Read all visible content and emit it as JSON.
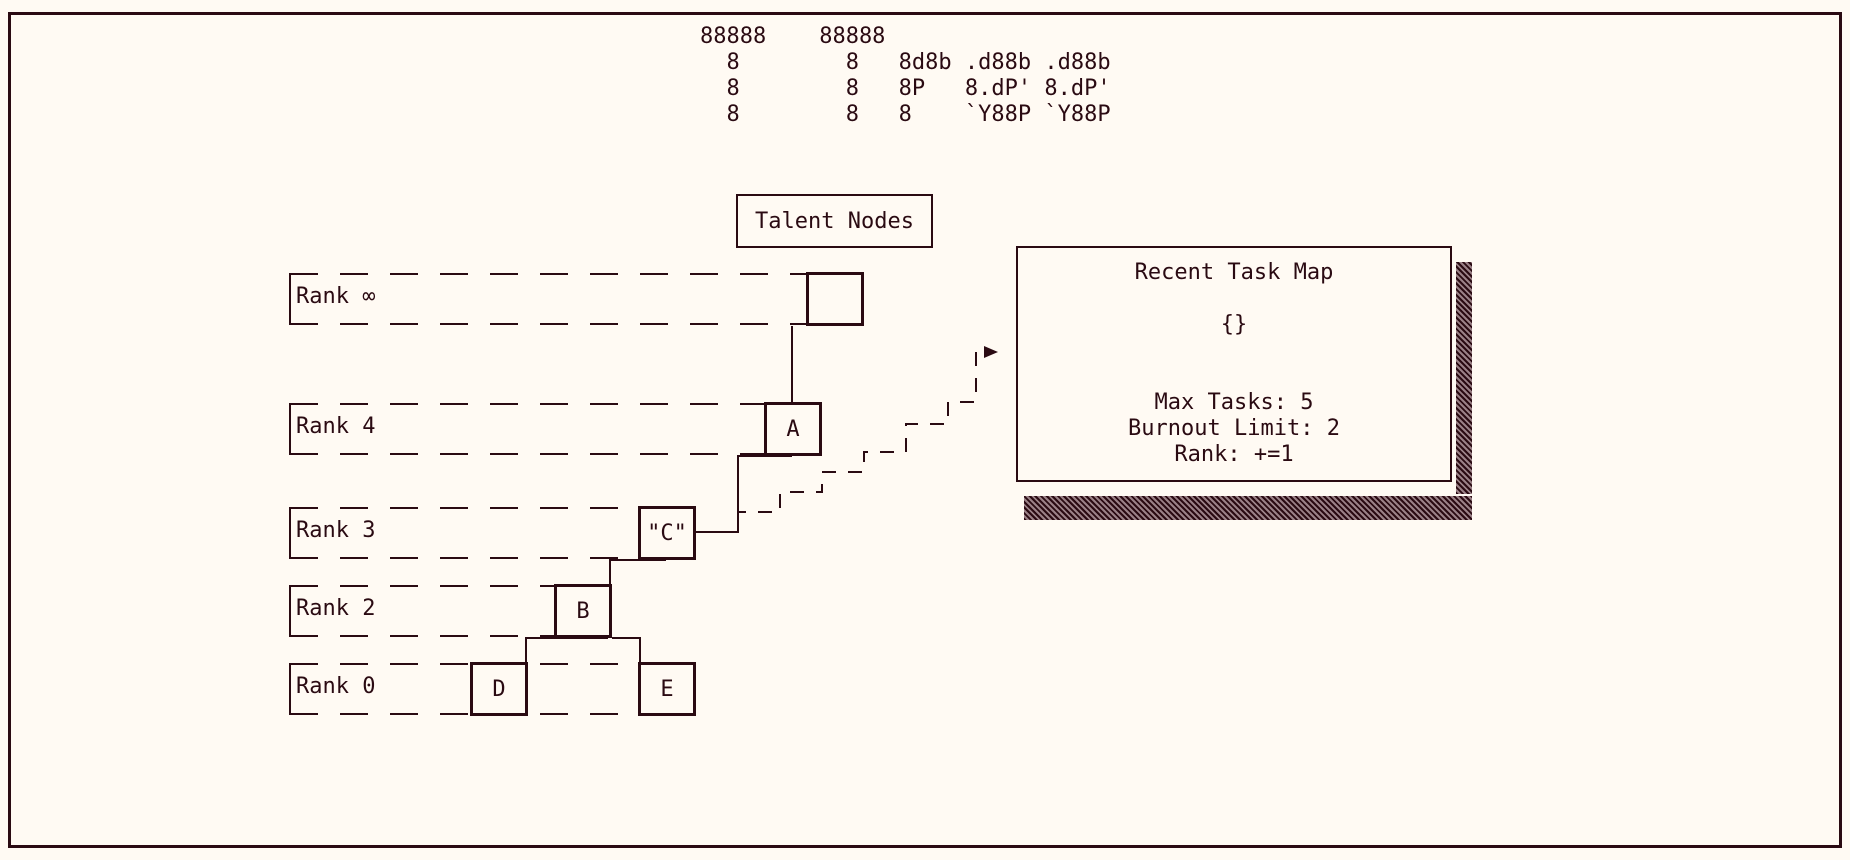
{
  "banner": {
    "line1": "88888    88888",
    "line2": "  8        8   8d8b .d88b .d88b",
    "line3": "  8        8   8P   8.dP' 8.dP'",
    "line4": "  8        8   8    `Y88P `Y88P"
  },
  "title": "Talent Nodes",
  "ranks": {
    "inf": "Rank ∞",
    "r4": "Rank 4",
    "r3": "Rank 3",
    "r2": "Rank 2",
    "r0": "Rank 0"
  },
  "nodes": {
    "top": "",
    "a": "A",
    "c": "\"C\"",
    "b": "B",
    "d": "D",
    "e": "E"
  },
  "panel": {
    "title": "Recent Task Map",
    "map_value": "{}",
    "max_tasks": "Max Tasks: 5",
    "burnout": "Burnout Limit: 2",
    "rank": "Rank: +=1"
  }
}
